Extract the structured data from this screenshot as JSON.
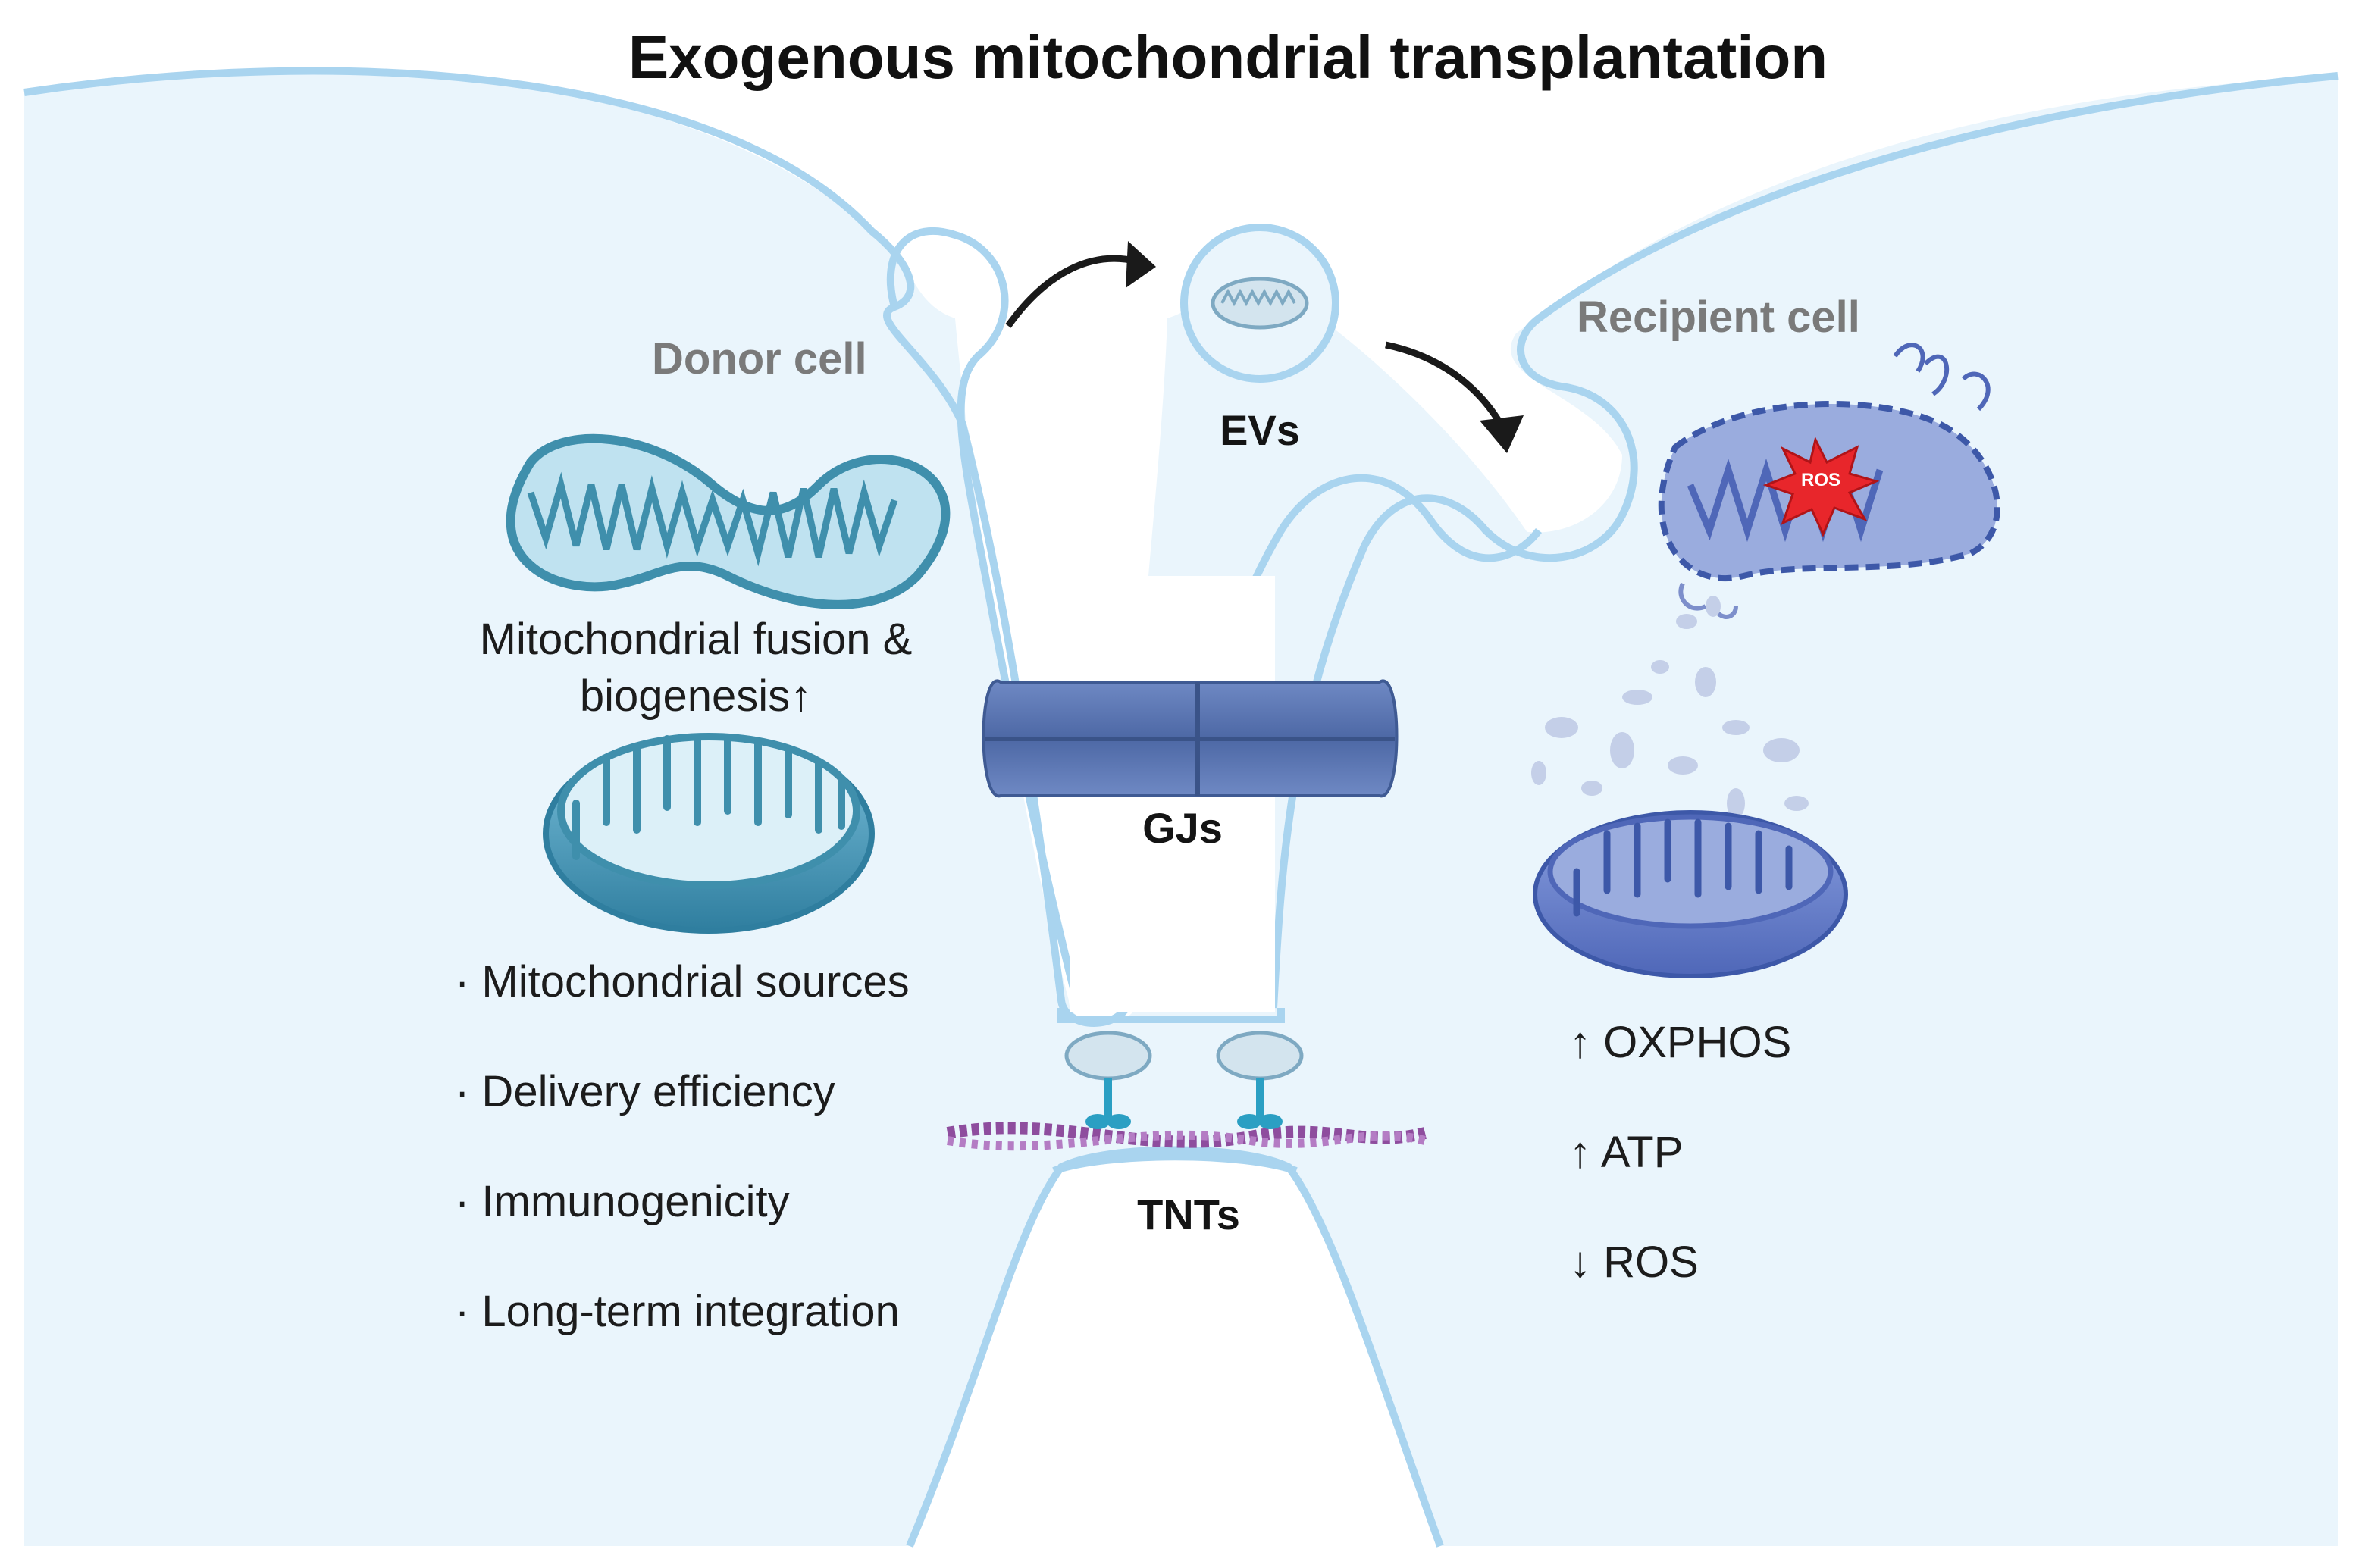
{
  "title": "Exogenous mitochondrial transplantation",
  "donor": {
    "label": "Donor cell",
    "mechanism_line1": "Mitochondrial fusion &",
    "mechanism_line2": "biogenesis",
    "mechanism_arrow": "↑",
    "considerations": [
      "· Mitochondrial sources",
      "· Delivery efficiency",
      "· Immunogenicity",
      "· Long-term integration"
    ]
  },
  "recipient": {
    "label": "Recipient cell",
    "damage_marker": "ROS",
    "outcomes": [
      "↑  OXPHOS",
      "↑  ATP",
      "↓  ROS"
    ]
  },
  "routes": {
    "evs": "EVs",
    "gjs": "GJs",
    "tnts": "TNTs"
  },
  "colors": {
    "membrane": "#a9d4ef",
    "cytoplasm": "#eaf5fc",
    "healthy_mito_outer": "#3f8fac",
    "healthy_mito_fill": "#bfe2f0",
    "damaged_mito": "#5a76c4",
    "gap_junction": "#5b77b2",
    "ros_burst": "#e8262b",
    "tnt_filament": "#8e4d9e",
    "anchor_protein": "#2b9fc3"
  }
}
